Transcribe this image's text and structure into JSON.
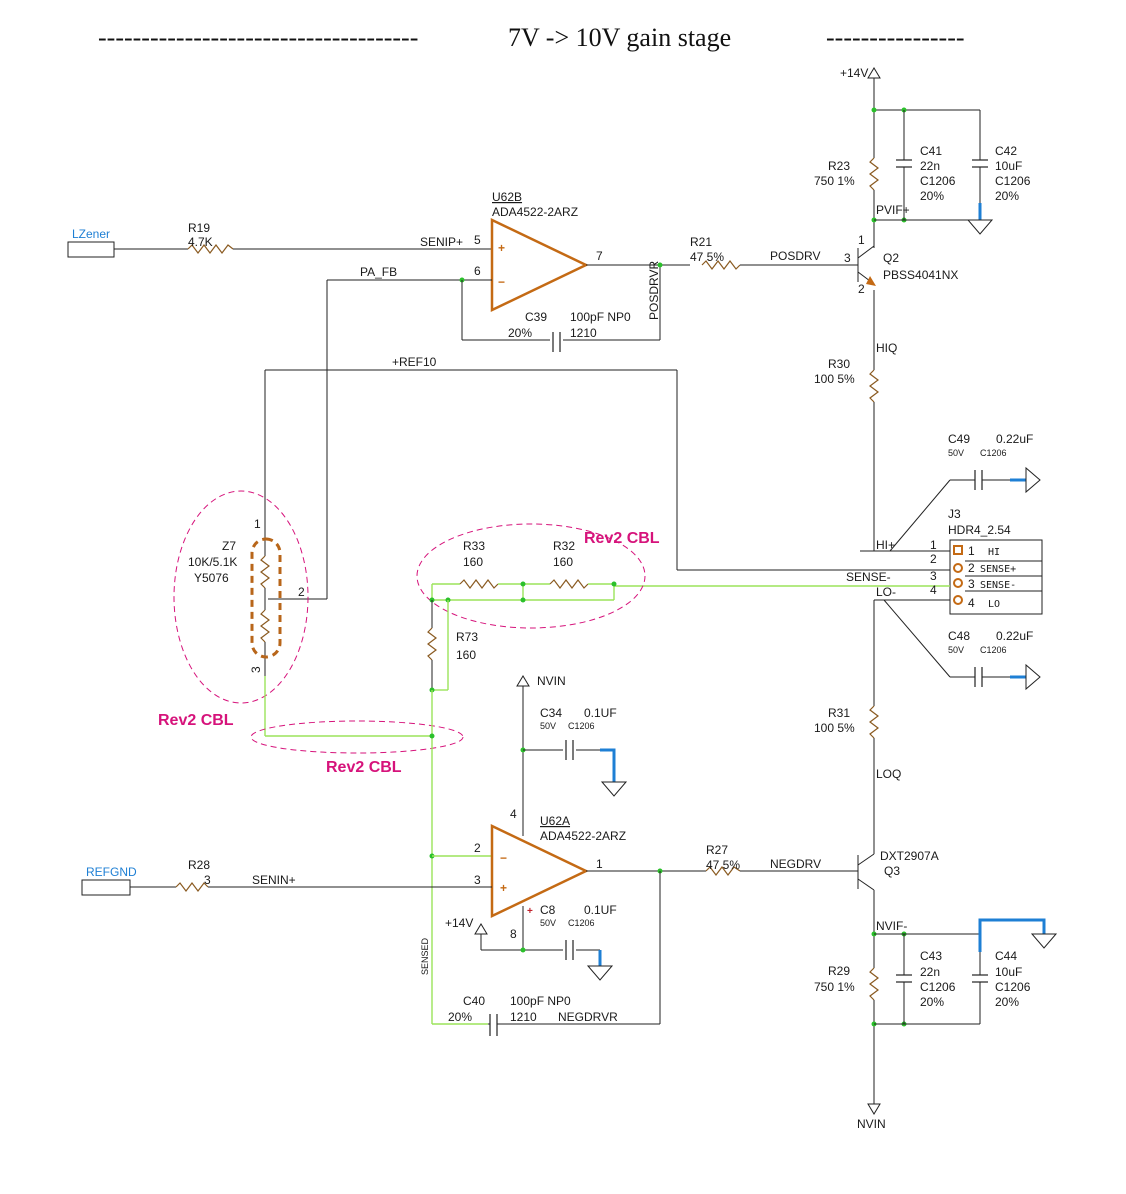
{
  "title": "7V -> 10V gain stage",
  "title_dashes_left": "-------------------------------------",
  "title_dashes_right": "----------------",
  "ports": {
    "lzener": "LZener",
    "refgnd": "REFGND"
  },
  "rails": {
    "p14v_top": "+14V",
    "nvin_top": "NVIN",
    "p14v_mid": "+14V",
    "nvin_bottom": "NVIN"
  },
  "nets": {
    "senip": "SENIP+",
    "pa_fb": "PA_FB",
    "posdrvr": "POSDRVR",
    "posdrv": "POSDRV",
    "ref10": "+REF10",
    "pvif": "PVIF+",
    "hiq": "HIQ",
    "hi": "HI+",
    "sense_minus": "SENSE-",
    "lo": "LO-",
    "loq": "LOQ",
    "negdrv": "NEGDRV",
    "senin": "SENIN+",
    "negdrvr": "NEGDRVR",
    "nvif": "NVIF-",
    "sensed": "SENSED"
  },
  "components": {
    "u62b": {
      "ref": "U62B",
      "part": "ADA4522-2ARZ",
      "pin_plus": "5",
      "pin_minus": "6",
      "pin_out": "7"
    },
    "u62a": {
      "ref": "U62A",
      "part": "ADA4522-2ARZ",
      "pin_minus": "2",
      "pin_plus": "3",
      "pin_out": "1",
      "pin_v": "4",
      "pin_g": "8"
    },
    "r19": {
      "ref": "R19",
      "value": "4.7K"
    },
    "r21": {
      "ref": "R21",
      "value": "47 5%"
    },
    "r23": {
      "ref": "R23",
      "value": "750 1%"
    },
    "r30": {
      "ref": "R30",
      "value": "100 5%"
    },
    "r31": {
      "ref": "R31",
      "value": "100 5%"
    },
    "r27": {
      "ref": "R27",
      "value": "47 5%"
    },
    "r28": {
      "ref": "R28",
      "value": "3"
    },
    "r29": {
      "ref": "R29",
      "value": "750 1%"
    },
    "r33": {
      "ref": "R33",
      "value": "160"
    },
    "r32": {
      "ref": "R32",
      "value": "160"
    },
    "r73": {
      "ref": "R73",
      "value": "160"
    },
    "c39": {
      "ref": "C39",
      "tol": "20%",
      "value": "100pF NP0",
      "pkg": "1210"
    },
    "c40": {
      "ref": "C40",
      "tol": "20%",
      "value": "100pF NP0",
      "pkg": "1210"
    },
    "c41": {
      "ref": "C41",
      "value": "22n",
      "pkg": "C1206",
      "tol": "20%"
    },
    "c42": {
      "ref": "C42",
      "value": "10uF",
      "pkg": "C1206",
      "tol": "20%"
    },
    "c43": {
      "ref": "C43",
      "value": "22n",
      "pkg": "C1206",
      "tol": "20%"
    },
    "c44": {
      "ref": "C44",
      "value": "10uF",
      "pkg": "C1206",
      "tol": "20%"
    },
    "c49": {
      "ref": "C49",
      "volt": "50V",
      "value": "0.22uF",
      "pkg": "C1206"
    },
    "c48": {
      "ref": "C48",
      "volt": "50V",
      "value": "0.22uF",
      "pkg": "C1206"
    },
    "c34": {
      "ref": "C34",
      "volt": "50V",
      "value": "0.1UF",
      "pkg": "C1206"
    },
    "c8": {
      "ref": "C8",
      "volt": "50V",
      "value": "0.1UF",
      "pkg": "C1206"
    },
    "q2": {
      "ref": "Q2",
      "part": "PBSS4041NX",
      "pin1": "1",
      "pin2": "2",
      "pin3": "3"
    },
    "q3": {
      "ref": "Q3",
      "part": "DXT2907A"
    },
    "z7": {
      "ref": "Z7",
      "value": "10K/5.1K",
      "part": "Y5076",
      "pin1": "1",
      "pin2": "2",
      "pin3": "3"
    },
    "j3": {
      "ref": "J3",
      "part": "HDR4_2.54",
      "pins": [
        {
          "num": "1",
          "label": "HI"
        },
        {
          "num": "2",
          "label": "SENSE+"
        },
        {
          "num": "3",
          "label": "SENSE-"
        },
        {
          "num": "4",
          "label": "LO"
        }
      ],
      "ext_pins": [
        "1",
        "2",
        "3",
        "4"
      ]
    }
  },
  "annotations": {
    "rev2_a": "Rev2 CBL",
    "rev2_b": "Rev2 CBL",
    "rev2_c": "Rev2 CBL"
  },
  "colors": {
    "wire": "#222222",
    "rev_wire": "#9be35a",
    "opamp": "#c46a14",
    "annotation": "#d6137b",
    "port": "#1e7fd4"
  }
}
